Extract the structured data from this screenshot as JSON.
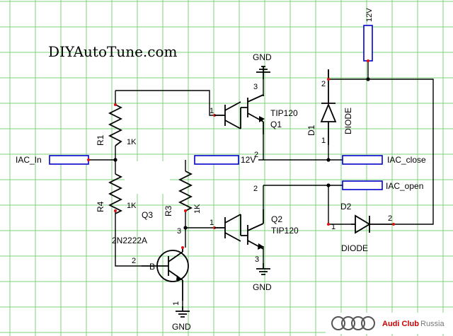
{
  "watermark": "DIYAutoTune.com",
  "footer": {
    "club": "Audi Club",
    "country": "Russia",
    "club_color": "#cc0000"
  },
  "supply_label": "12V",
  "gnd": {
    "top": "GND",
    "q2": "GND",
    "q3": "GND"
  },
  "ports": {
    "in": "IAC_In",
    "vcc": "12V",
    "close": "IAC_close",
    "open": "IAC_open"
  },
  "resistors": {
    "r1": {
      "ref": "R1",
      "value": "1K"
    },
    "r3": {
      "ref": "R3",
      "value": "1K"
    },
    "r4": {
      "ref": "R4",
      "value": "1K"
    }
  },
  "transistors": {
    "q1": {
      "ref": "Q1",
      "part": "TIP120"
    },
    "q2": {
      "ref": "Q2",
      "part": "TIP120"
    },
    "q3": {
      "ref": "Q3",
      "part": "2N2222A",
      "base": "B"
    }
  },
  "diodes": {
    "d1": {
      "ref": "D1",
      "part": "DIODE"
    },
    "d2": {
      "ref": "D2",
      "part": "DIODE"
    }
  },
  "pins": {
    "q1_b": "1",
    "q1_c": "3",
    "q1_e": "2",
    "q2_b": "1",
    "q2_c": "2",
    "q2_e": "3",
    "q3_c": "3",
    "q3_b": "2",
    "q3_e": "1",
    "d1_top": "2",
    "d1_bot": "1",
    "d2_left": "1",
    "d2_right": "2"
  },
  "colors": {
    "grid": "#7ed07e",
    "box": "#0000cc",
    "pin": "#e01010",
    "wire": "#000000"
  }
}
